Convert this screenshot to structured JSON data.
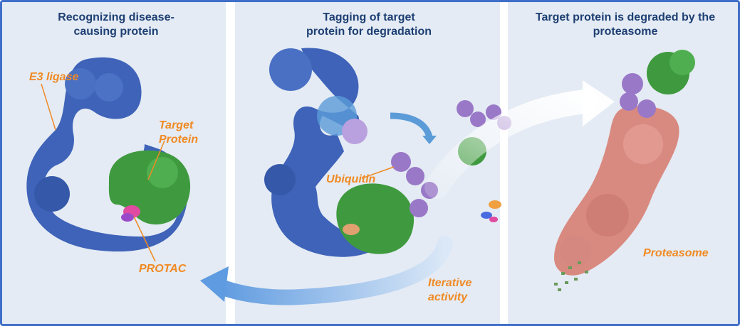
{
  "panels": [
    {
      "title": "Recognizing disease-\ncausing protein"
    },
    {
      "title": "Tagging of target\nprotein for degradation"
    },
    {
      "title": "Target protein is degraded by the\nproteasome"
    }
  ],
  "labels": {
    "e3_ligase": "E3 ligase",
    "target_protein": "Target\nProtein",
    "protac": "PROTAC",
    "ubiquitin": "Ubiquitin",
    "iterative_activity": "Iterative\nactivity",
    "proteasome": "Proteasome"
  },
  "colors": {
    "border": "#3f6fc8",
    "panel_bg": "#e4ebf4",
    "title": "#1e3f73",
    "label": "#f08a24",
    "e3_ligase": "#3e63b8",
    "target_protein": "#3f9a3f",
    "ubiquitin": "#9a78c8",
    "protac": "#e04aa0",
    "proteasome": "#d98a80",
    "arrow": "#8fb8e6"
  }
}
